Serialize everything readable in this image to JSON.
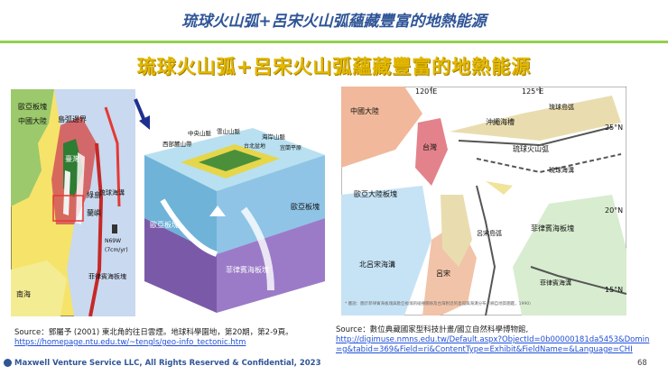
{
  "header": {
    "title": "琉球火山弧+呂宋火山弧蘊藏豐富的地熱能源"
  },
  "main": {
    "title": "琉球火山弧+呂宋火山弧蘊藏豐富的地熱能源"
  },
  "map1": {
    "labels": [
      "歐亞板塊",
      "中國大陸",
      "島弧邊界",
      "臺灣",
      "綠島",
      "蘭嶼",
      "琉球海溝",
      "南海",
      "菲律賓海板塊",
      "N69W",
      "(7cm/yr)"
    ]
  },
  "block3d": {
    "labels": [
      "中央山脈",
      "雪山山脈",
      "西部麓山帶",
      "海岸山脈",
      "台北盆地",
      "宜蘭平原",
      "歐亞板塊",
      "菲律賓海板塊",
      "歐亞板塊"
    ]
  },
  "map2": {
    "lon_labels": [
      "120°E",
      "125°E"
    ],
    "lat_labels": [
      "25°N",
      "20°N",
      "15°N"
    ],
    "labels": [
      "中國大陸",
      "台灣",
      "歐亞大陸板塊",
      "菲律賓海板塊",
      "沖繩海槽",
      "琉球火山弧",
      "琉球島弧",
      "琉球海溝",
      "北呂宋海溝",
      "呂宋",
      "呂宋島弧",
      "菲律賓海溝"
    ],
    "caption": "* 圖說：圖示菲律賓海板塊與歐亞板塊的碰撞關係及台灣附近的島弧與海溝分布（摘自地質圖鑑，1990）"
  },
  "source_left": {
    "text": "Source：鄧屬予 (2001) 東北角的往日雲煙。地球科學園地，第20期，第2-9頁。",
    "link": "https://homepage.ntu.edu.tw/~tengls/geo-info_tectonic.htm"
  },
  "source_right": {
    "text": "Source：數位典藏國家型科技計畫/國立自然科學博物館,",
    "link_line1": "http://digimuse.nmns.edu.tw/Default.aspx?ObjectId=0b00000181da5453&Domin",
    "link_line2": "=g&tabid=369&Field=ri&ContentType=Exhibit&FieldName=&Language=CHI"
  },
  "footer": {
    "text": "Maxwell Venture Service LLC, All Rights Reserved & Confidential, 2023",
    "page": "68"
  },
  "colors": {
    "header_blue": "#2f5597",
    "accent_green": "#92d050",
    "title_gold": "#e3b800",
    "link_blue": "#1f4fd8"
  }
}
